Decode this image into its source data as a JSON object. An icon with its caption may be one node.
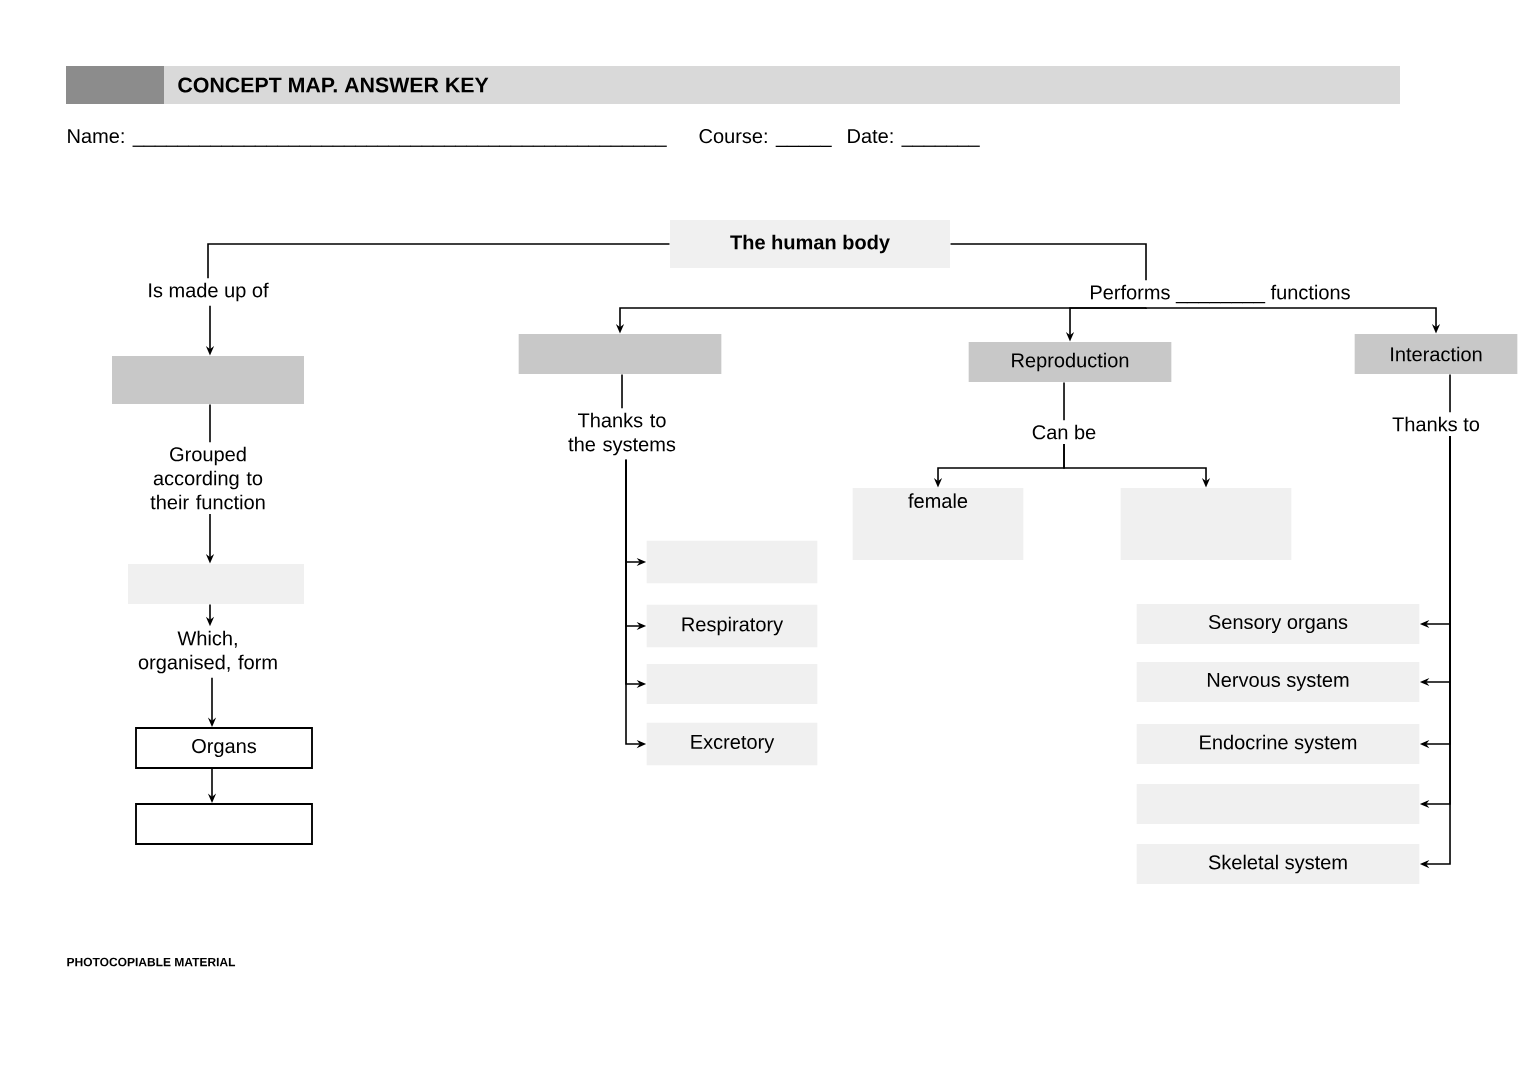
{
  "diagram": {
    "title": "CONCEPT MAP. ANSWER KEY",
    "nodes": [
      {
        "text": [
          "The human body"
        ]
      },
      {
        "text": [
          "Is made up of"
        ]
      },
      {
        "text": [],
        "shape": "box"
      },
      {
        "text": [
          "Grouped according to their function"
        ]
      },
      {
        "text": [],
        "shape": "box"
      },
      {
        "text": [
          "Which, organised, form"
        ]
      },
      {
        "text": [
          "Organs"
        ]
      },
      {
        "text": [],
        "shape": "box"
      },
      {
        "text": [
          "Performs ________ functions"
        ]
      },
      {
        "text": [],
        "shape": "box"
      },
      {
        "text": [
          "Reproduction"
        ]
      },
      {
        "text": [
          "Interaction"
        ]
      },
      {
        "text": [
          "Thanks to the systems"
        ]
      },
      {
        "text": [],
        "shape": "box"
      },
      {
        "text": [
          "Respiratory"
        ]
      },
      {
        "text": [],
        "shape": "box"
      },
      {
        "text": [
          "Excretory"
        ]
      },
      {
        "text": [
          "Can be"
        ]
      },
      {
        "text": [
          "female"
        ]
      },
      {
        "text": [],
        "shape": "box"
      },
      {
        "text": [
          "Thanks to"
        ]
      },
      {
        "text": [
          "Sensory organs"
        ]
      },
      {
        "text": [
          "Nervous system"
        ]
      },
      {
        "text": [
          "Endocrine system"
        ]
      },
      {
        "text": [],
        "shape": "box"
      },
      {
        "text": [
          "Skeletal system"
        ]
      }
    ],
    "edges": [
      {
        "from": 0,
        "to": 1,
        "arrow": "none"
      },
      {
        "from": 0,
        "to": 8,
        "arrow": "none"
      },
      {
        "from": 1,
        "to": 2,
        "arrow": "to"
      },
      {
        "from": 2,
        "to": 3,
        "arrow": "none"
      },
      {
        "from": 3,
        "to": 4,
        "arrow": "to"
      },
      {
        "from": 4,
        "to": 5,
        "arrow": "to"
      },
      {
        "from": 5,
        "to": 6,
        "arrow": "to"
      },
      {
        "from": 6,
        "to": 7,
        "arrow": "to"
      },
      {
        "from": 8,
        "to": 9,
        "arrow": "to"
      },
      {
        "from": 8,
        "to": 10,
        "arrow": "to"
      },
      {
        "from": 8,
        "to": 11,
        "arrow": "to"
      },
      {
        "from": 9,
        "to": 12,
        "arrow": "none"
      },
      {
        "from": 12,
        "to": 13,
        "arrow": "to"
      },
      {
        "from": 12,
        "to": 14,
        "arrow": "to"
      },
      {
        "from": 12,
        "to": 15,
        "arrow": "to"
      },
      {
        "from": 12,
        "to": 16,
        "arrow": "to"
      },
      {
        "from": 10,
        "to": 17,
        "arrow": "none"
      },
      {
        "from": 17,
        "to": 18,
        "arrow": "to"
      },
      {
        "from": 17,
        "to": 19,
        "arrow": "to"
      },
      {
        "from": 11,
        "to": 20,
        "arrow": "none"
      },
      {
        "from": 20,
        "to": 21,
        "arrow": "to"
      },
      {
        "from": 20,
        "to": 22,
        "arrow": "to"
      },
      {
        "from": 20,
        "to": 23,
        "arrow": "to"
      },
      {
        "from": 20,
        "to": 24,
        "arrow": "to"
      },
      {
        "from": 20,
        "to": 25,
        "arrow": "to"
      }
    ],
    "labels": [
      "Name: ________________________________________________",
      "Course: _____",
      "Date: _______",
      "PHOTOCOPIABLE MATERIAL"
    ]
  }
}
